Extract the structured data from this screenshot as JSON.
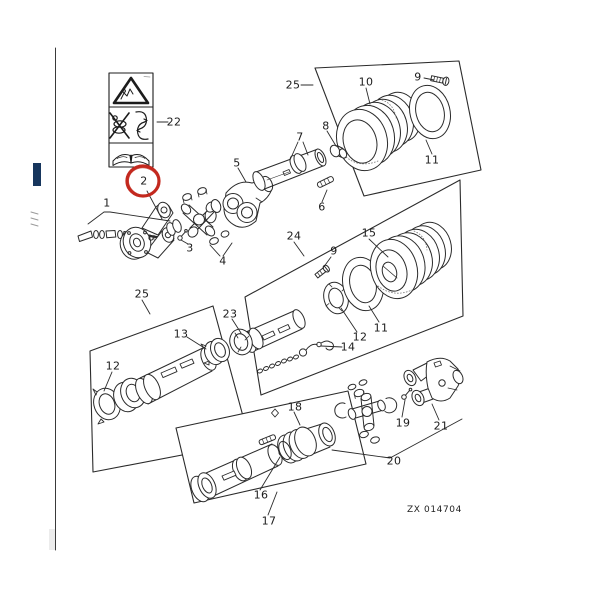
{
  "drawing": {
    "code": "ZX 014704",
    "ink_color": "#2b2b2b",
    "highlight_circle_color": "#c3291f",
    "margin_marker_color": "#17365d"
  },
  "warning_label": {
    "icons": [
      "entanglement-warning-triangle-icon",
      "rotating-driveline-hazard-icon",
      "read-operators-manual-icon"
    ]
  },
  "callouts": {
    "k1": "1",
    "k2": "2",
    "k3": "3",
    "k4": "4",
    "k5": "5",
    "k6": "6",
    "k7": "7",
    "k8": "8",
    "k9a": "9",
    "k9b": "9",
    "k10": "10",
    "k11a": "11",
    "k11b": "11",
    "k12a": "12",
    "k12b": "12",
    "k13": "13",
    "k14": "14",
    "k15": "15",
    "k16": "16",
    "k17": "17",
    "k18": "18",
    "k19": "19",
    "k20": "20",
    "k21": "21",
    "k22": "22",
    "k23": "23",
    "k24": "24",
    "k25a": "25",
    "k25b": "25"
  }
}
